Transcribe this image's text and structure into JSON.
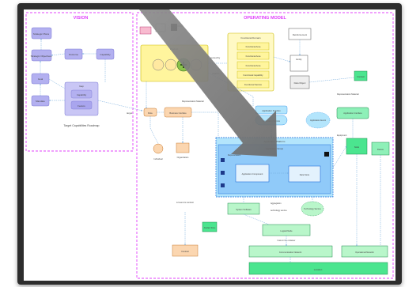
{
  "vision": {
    "title": "VISION",
    "roadmap_label": "Target Capabilities Roadmap",
    "nodes": {
      "strategic_plans": "Strategic Plans",
      "strategic_objectives": "Strategic Objectives",
      "outcome": "Outcome",
      "capability": "Capability",
      "goal": "Goal",
      "mandate": "Mandate",
      "gap": "Gap",
      "capability_inner": "Capability",
      "feature": "Feature"
    },
    "edge_label": "target"
  },
  "operating_model": {
    "title": "OPERATING MODEL",
    "product_label": "Product",
    "functional_domain": {
      "title": "Functional Domain",
      "rows": [
        "Functional Area",
        "Functional Area",
        "Functional Area",
        "Functional Capability",
        "Functional Service"
      ],
      "side_labels": [
        "served by",
        "realizes"
      ]
    },
    "reinforcement": "Reinforcement",
    "entity": "Entity",
    "data_object": "Data Object",
    "contract": "Contract",
    "role": "Role",
    "business_interface": "Business Interface",
    "representation_material": "Representation Material",
    "individual": "Individual",
    "organization": "Organization",
    "app_function": "Application Function",
    "app_service": "Application Service",
    "app_event": "Application Event",
    "app_interface": "Application Interface",
    "rep_material_2": "Representation Material",
    "app_platform": "Application Platform",
    "app_group": "Application Group",
    "app_component": "Application Component",
    "data_store": "Data Store",
    "representation": "Representation",
    "node_label": "Node",
    "device": "Device",
    "equipment": "Equipment",
    "system_software": "System Software",
    "technology_service": "Technology Service",
    "artefact_store": "Artefact Store",
    "logical_node": "Logical Node",
    "communication_network": "Communication Network",
    "operational_network": "Operational Network",
    "location": "Location",
    "contract_footer": "Contract",
    "is_bound_to_contract": "is bound to contract",
    "hosts_in_the_container": "hosts in the container",
    "aggregation": "Aggregation",
    "technology_service_side": "technology service"
  },
  "colors": {
    "vision_border": "#e040fb",
    "vision_box": "#b3b0f0",
    "product": "#fff59d",
    "functional": "#fff9c4",
    "business": "#fbd6b0",
    "app_blue": "#b3e5fc",
    "app_dark": "#1e6fd9",
    "tech_green": "#b9f6ca",
    "tech_solid": "#4be58f",
    "arrow": "#757575"
  }
}
